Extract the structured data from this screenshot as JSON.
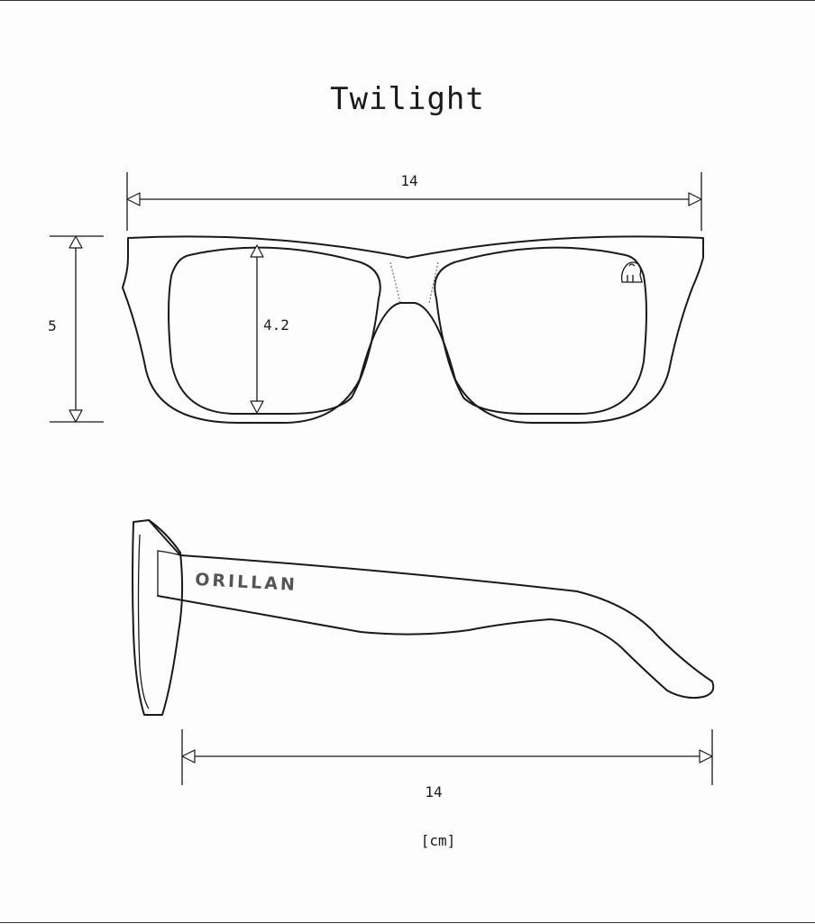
{
  "title": "Twilight",
  "dimensions": {
    "front_width": "14",
    "front_height": "5",
    "lens_height": "4.2",
    "temple_length": "14"
  },
  "brand_text": "ORILLAN",
  "unit_label": "[cm]",
  "icons": {
    "logo": "gorilla-logo-icon"
  }
}
